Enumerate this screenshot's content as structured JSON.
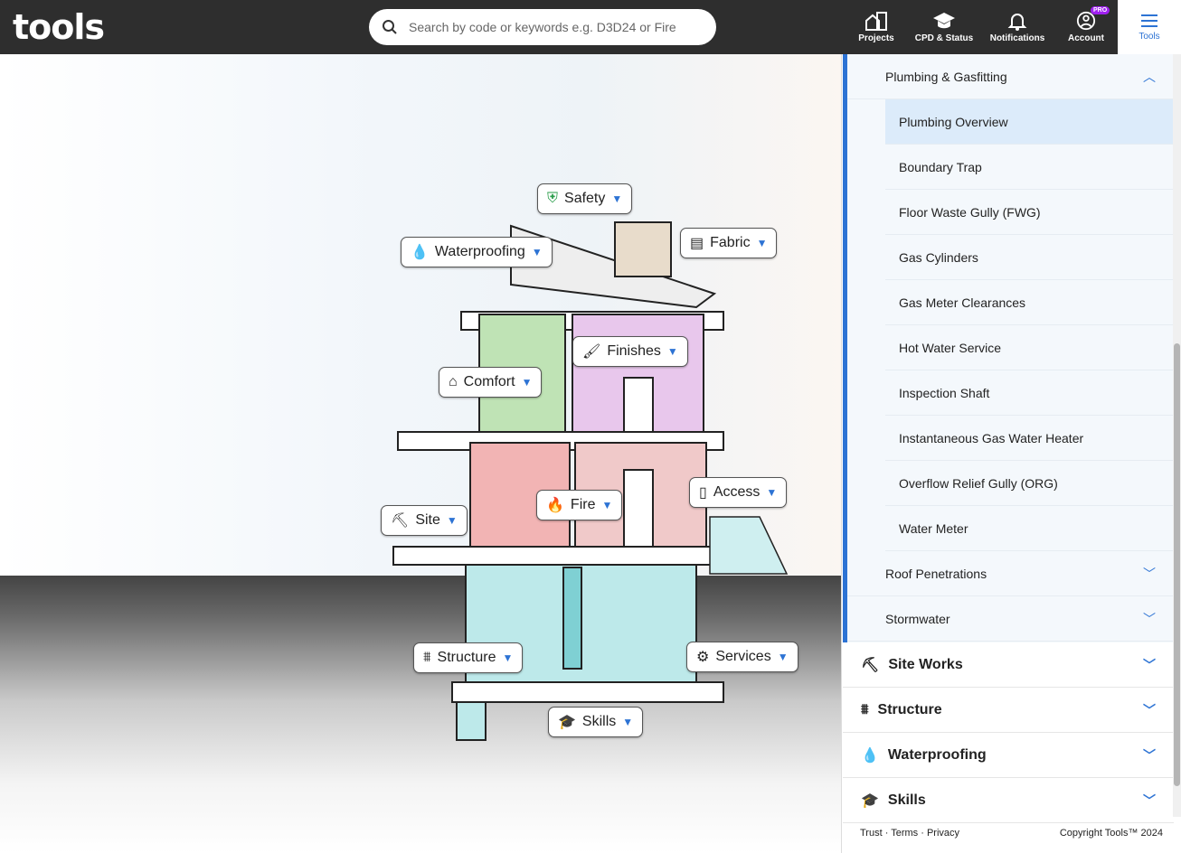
{
  "header": {
    "logo": "tools",
    "search_placeholder": "Search by code or keywords e.g. D3D24 or Fire",
    "nav": [
      {
        "label": "Projects"
      },
      {
        "label": "CPD & Status"
      },
      {
        "label": "Notifications"
      },
      {
        "label": "Account",
        "badge": "PRO"
      },
      {
        "label": "Tools"
      }
    ]
  },
  "hotspots": [
    "Safety",
    "Waterproofing",
    "Fabric",
    "Finishes",
    "Comfort",
    "Access",
    "Fire",
    "Site",
    "Structure",
    "Services",
    "Skills"
  ],
  "sidebar": {
    "section": {
      "title": "Plumbing & Gasfitting",
      "items": [
        "Plumbing Overview",
        "Boundary Trap",
        "Floor Waste Gully (FWG)",
        "Gas Cylinders",
        "Gas Meter Clearances",
        "Hot Water Service",
        "Inspection Shaft",
        "Instantaneous Gas Water Heater",
        "Overflow Relief Gully (ORG)",
        "Water Meter"
      ],
      "selected": "Plumbing Overview"
    },
    "more": [
      "Roof Penetrations",
      "Stormwater"
    ],
    "categories": [
      "Site Works",
      "Structure",
      "Waterproofing",
      "Skills"
    ]
  },
  "footer": {
    "links": [
      "Trust",
      "Terms",
      "Privacy"
    ],
    "copyright": "Copyright Tools™ 2024"
  },
  "colors": {
    "accent": "#2d73d4",
    "header": "#2e2e2e",
    "selected": "#dcebfa"
  }
}
